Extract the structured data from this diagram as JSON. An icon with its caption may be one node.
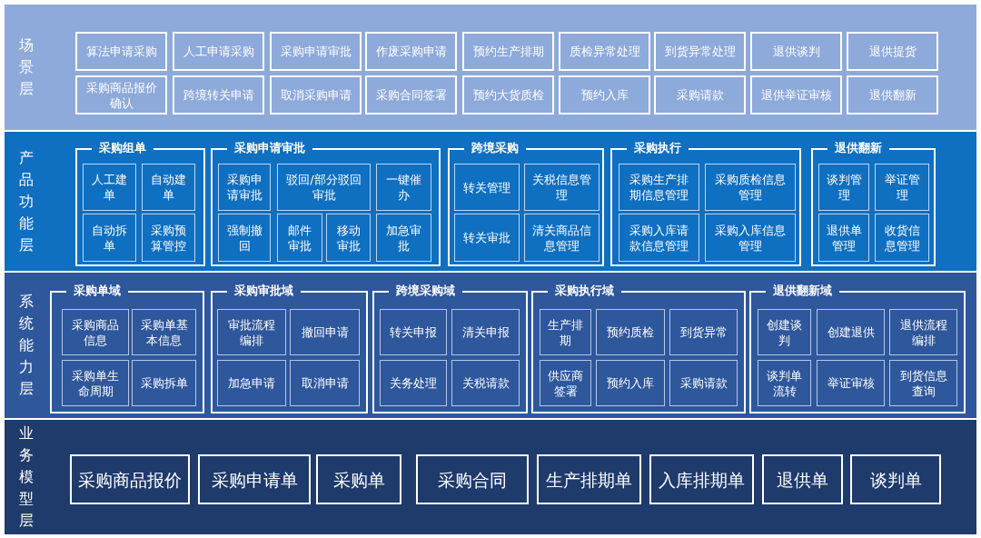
{
  "diagram": {
    "nodes": [
      {
        "text": [
          "场景层"
        ]
      },
      {
        "text": [
          "算法申请采购"
        ],
        "in": 0
      },
      {
        "text": [
          "人工申请采购"
        ],
        "in": 0
      },
      {
        "text": [
          "采购申请审批"
        ],
        "in": 0
      },
      {
        "text": [
          "作废采购申请"
        ],
        "in": 0
      },
      {
        "text": [
          "预约生产排期"
        ],
        "in": 0
      },
      {
        "text": [
          "质检异常处理"
        ],
        "in": 0
      },
      {
        "text": [
          "到货异常处理"
        ],
        "in": 0
      },
      {
        "text": [
          "退供谈判"
        ],
        "in": 0
      },
      {
        "text": [
          "退供提货"
        ],
        "in": 0
      },
      {
        "text": [
          "采购商品报价确认"
        ],
        "in": 0
      },
      {
        "text": [
          "跨境转关申请"
        ],
        "in": 0
      },
      {
        "text": [
          "取消采购申请"
        ],
        "in": 0
      },
      {
        "text": [
          "采购合同签署"
        ],
        "in": 0
      },
      {
        "text": [
          "预约大货质检"
        ],
        "in": 0
      },
      {
        "text": [
          "预约入库"
        ],
        "in": 0
      },
      {
        "text": [
          "采购请款"
        ],
        "in": 0
      },
      {
        "text": [
          "退供举证审核"
        ],
        "in": 0
      },
      {
        "text": [
          "退供翻新"
        ],
        "in": 0
      },
      {
        "text": [
          "产品功能层"
        ]
      },
      {
        "text": [
          "采购组单"
        ],
        "in": 19
      },
      {
        "text": [
          "人工建单"
        ],
        "in": 20
      },
      {
        "text": [
          "自动建单"
        ],
        "in": 20
      },
      {
        "text": [
          "自动拆单"
        ],
        "in": 20
      },
      {
        "text": [
          "采购预算管控"
        ],
        "in": 20
      },
      {
        "text": [
          "采购申请审批"
        ],
        "in": 19
      },
      {
        "text": [
          "采购申请审批"
        ],
        "in": 25
      },
      {
        "text": [
          "驳回/部分驳回审批"
        ],
        "in": 25
      },
      {
        "text": [
          "一键催办"
        ],
        "in": 25
      },
      {
        "text": [
          "强制撤回"
        ],
        "in": 25
      },
      {
        "text": [
          "邮件审批"
        ],
        "in": 25
      },
      {
        "text": [
          "移动审批"
        ],
        "in": 25
      },
      {
        "text": [
          "加急审批"
        ],
        "in": 25
      },
      {
        "text": [
          "跨境采购"
        ],
        "in": 19
      },
      {
        "text": [
          "转关管理"
        ],
        "in": 33
      },
      {
        "text": [
          "关税信息管理"
        ],
        "in": 33
      },
      {
        "text": [
          "转关审批"
        ],
        "in": 33
      },
      {
        "text": [
          "清关商品信息管理"
        ],
        "in": 33
      },
      {
        "text": [
          "采购执行"
        ],
        "in": 19
      },
      {
        "text": [
          "采购生产排期信息管理"
        ],
        "in": 38
      },
      {
        "text": [
          "采购质检信息管理"
        ],
        "in": 38
      },
      {
        "text": [
          "采购入库请款信息管理"
        ],
        "in": 38
      },
      {
        "text": [
          "采购入库信息管理"
        ],
        "in": 38
      },
      {
        "text": [
          "退供翻新"
        ],
        "in": 19
      },
      {
        "text": [
          "谈判管理"
        ],
        "in": 43
      },
      {
        "text": [
          "举证管理"
        ],
        "in": 43
      },
      {
        "text": [
          "退供单管理"
        ],
        "in": 43
      },
      {
        "text": [
          "收货信息管理"
        ],
        "in": 43
      },
      {
        "text": [
          "系统能力层"
        ]
      },
      {
        "text": [
          "采购单域"
        ],
        "in": 48
      },
      {
        "text": [
          "采购商品信息"
        ],
        "in": 49
      },
      {
        "text": [
          "采购单基本信息"
        ],
        "in": 49
      },
      {
        "text": [
          "采购单生命周期"
        ],
        "in": 49
      },
      {
        "text": [
          "采购拆单"
        ],
        "in": 49
      },
      {
        "text": [
          "采购审批域"
        ],
        "in": 48
      },
      {
        "text": [
          "审批流程编排"
        ],
        "in": 54
      },
      {
        "text": [
          "撤回申请"
        ],
        "in": 54
      },
      {
        "text": [
          "加急申请"
        ],
        "in": 54
      },
      {
        "text": [
          "取消申请"
        ],
        "in": 54
      },
      {
        "text": [
          "跨境采购域"
        ],
        "in": 48
      },
      {
        "text": [
          "转关申报"
        ],
        "in": 59
      },
      {
        "text": [
          "清关申报"
        ],
        "in": 59
      },
      {
        "text": [
          "关务处理"
        ],
        "in": 59
      },
      {
        "text": [
          "关税请款"
        ],
        "in": 59
      },
      {
        "text": [
          "采购执行域"
        ],
        "in": 48
      },
      {
        "text": [
          "生产排期"
        ],
        "in": 64
      },
      {
        "text": [
          "预约质检"
        ],
        "in": 64
      },
      {
        "text": [
          "到货异常"
        ],
        "in": 64
      },
      {
        "text": [
          "供应商签署"
        ],
        "in": 64
      },
      {
        "text": [
          "预约入库"
        ],
        "in": 64
      },
      {
        "text": [
          "采购请款"
        ],
        "in": 64
      },
      {
        "text": [
          "退供翻新域"
        ],
        "in": 48
      },
      {
        "text": [
          "创建谈判"
        ],
        "in": 71
      },
      {
        "text": [
          "创建退供"
        ],
        "in": 71
      },
      {
        "text": [
          "退供流程编排"
        ],
        "in": 71
      },
      {
        "text": [
          "谈判单流转"
        ],
        "in": 71
      },
      {
        "text": [
          "举证审核"
        ],
        "in": 71
      },
      {
        "text": [
          "到货信息查询"
        ],
        "in": 71
      },
      {
        "text": [
          "业务模型层"
        ]
      },
      {
        "text": [
          "采购商品报价"
        ],
        "in": 78
      },
      {
        "text": [
          "采购申请单"
        ],
        "in": 78
      },
      {
        "text": [
          "采购单"
        ],
        "in": 78
      },
      {
        "text": [
          "采购合同"
        ],
        "in": 78
      },
      {
        "text": [
          "生产排期单"
        ],
        "in": 78
      },
      {
        "text": [
          "入库排期单"
        ],
        "in": 78
      },
      {
        "text": [
          "退供单"
        ],
        "in": 78
      },
      {
        "text": [
          "谈判单"
        ],
        "in": 78
      }
    ]
  }
}
